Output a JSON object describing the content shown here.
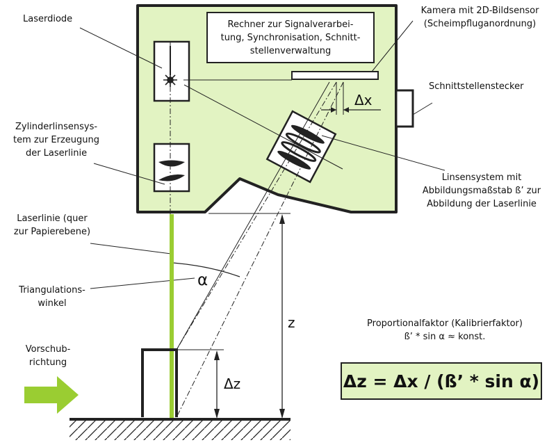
{
  "colors": {
    "housing_fill": "#e2f3c2",
    "laser_line": "#9acd32",
    "arrow_fill": "#9acd32",
    "outline": "#222222"
  },
  "labels": {
    "laserdiode": "Laserdiode",
    "zylinderlinsen": "Zylinderlinsensys-\ntem zur Erzeugung\nder Laserlinie",
    "laserlinie": "Laserlinie (quer\nzur Papierebene)",
    "triangulation": "Triangulations-\nwinkel",
    "vorschub": "Vorschub-\nrichtung",
    "rechner": "Rechner zur Signalverarbei-\ntung, Synchronisation, Schnitt-\nstellenverwaltung",
    "kamera": "Kamera mit 2D-Bildsensor\n(Scheimpfluganordnung)",
    "schnittstelle": "Schnittstellenstecker",
    "linsensystem": "Linsensystem mit\nAbbildungsmaßstab ß’ zur\nAbbildung der Laserlinie",
    "proportional": "Proportionalfaktor (Kalibrierfaktor)\nß’ * sin α ≈ konst."
  },
  "symbols": {
    "alpha": "α",
    "delta_x": "Δx",
    "z": "z",
    "delta_z": "Δz"
  },
  "formula": "Δz = Δx / (ß’ * sin α)"
}
